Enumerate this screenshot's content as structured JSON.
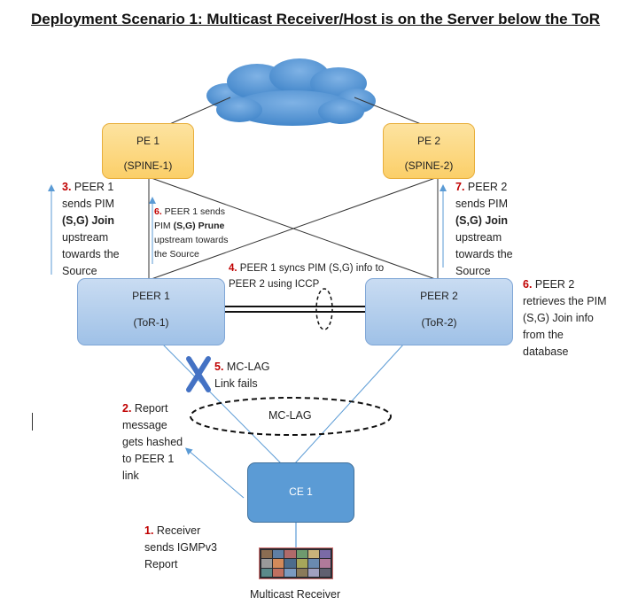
{
  "title": "Deployment Scenario 1: Multicast Receiver/Host is on the Server below the ToR",
  "nodes": {
    "pe1": {
      "line1": "PE 1",
      "line2": "(SPINE-1)"
    },
    "pe2": {
      "line1": "PE 2",
      "line2": "(SPINE-2)"
    },
    "peer1": {
      "line1": "PEER 1",
      "line2": "(ToR-1)"
    },
    "peer2": {
      "line1": "PEER 2",
      "line2": "(ToR-2)"
    },
    "ce1": {
      "line1": "CE 1"
    }
  },
  "labels": {
    "mc_lag": "MC-LAG",
    "multicast_receiver": "Multicast Receiver"
  },
  "steps": {
    "s1": {
      "num": "1.",
      "text_a": " Receiver",
      "text_b": "sends IGMPv3",
      "text_c": "Report"
    },
    "s2": {
      "num": "2.",
      "text_a": " Report",
      "text_b": "message",
      "text_c": "gets hashed",
      "text_d": "to PEER 1",
      "text_e": "link"
    },
    "s3": {
      "num": "3.",
      "text_a": " PEER 1",
      "text_b": "sends PIM",
      "text_c": "(S,G) Join",
      "text_d": "upstream",
      "text_e": "towards the",
      "text_f": "Source"
    },
    "s4": {
      "num": "4.",
      "text_a": " PEER 1 syncs PIM (S,G) info to",
      "text_b": "PEER 2 using ICCP"
    },
    "s5": {
      "num": "5.",
      "text_a": " MC-LAG",
      "text_b": "Link fails"
    },
    "s6a": {
      "num": "6.",
      "text_a": " PEER 1 sends",
      "text_b": "PIM ",
      "text_b_bold": "(S,G) Prune",
      "text_c": "upstream towards",
      "text_d": "the Source"
    },
    "s6b": {
      "num": "6.",
      "text_a": " PEER 2",
      "text_b": "retrieves the PIM",
      "text_c": "(S,G) Join info",
      "text_d": "from the",
      "text_e": "database"
    },
    "s7": {
      "num": "7.",
      "text_a": " PEER 2",
      "text_b": "sends PIM",
      "text_c": "(S,G) Join",
      "text_d": "upstream",
      "text_e": "towards the",
      "text_f": "Source"
    }
  },
  "colors": {
    "cloud": "#5b9bd5",
    "pe_fill": "#fbd27a",
    "tor_fill": "#b4cfee",
    "ce_fill": "#5b9bd5",
    "step_number": "#c00000",
    "link_line": "#5b9bd5",
    "fail_x": "#4472c4"
  }
}
